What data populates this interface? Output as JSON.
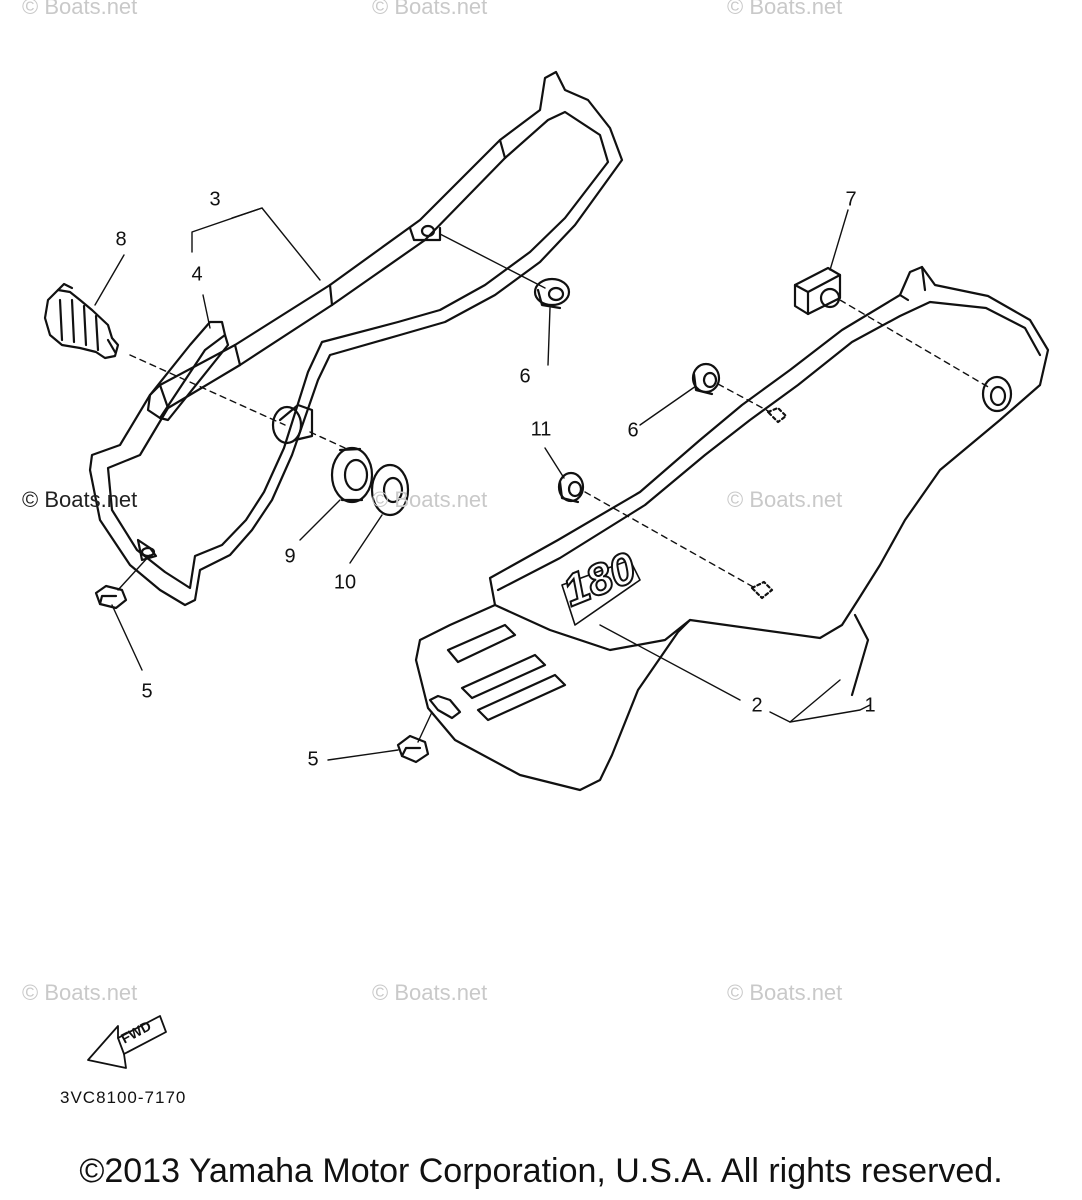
{
  "watermarks": [
    "© Boats.net",
    "© Boats.net",
    "© Boats.net",
    "© Boats.net",
    "© Boats.net",
    "© Boats.net",
    "© Boats.net",
    "© Boats.net",
    "© Boats.net"
  ],
  "callouts": [
    "1",
    "2",
    "3",
    "4",
    "5",
    "5",
    "6",
    "6",
    "7",
    "8",
    "9",
    "10",
    "11"
  ],
  "badge_text": "180",
  "fwd_label": "FWD",
  "part_code": "3VC8100-7170",
  "copyright": "©2013 Yamaha Motor Corporation, U.S.A. All rights reserved."
}
